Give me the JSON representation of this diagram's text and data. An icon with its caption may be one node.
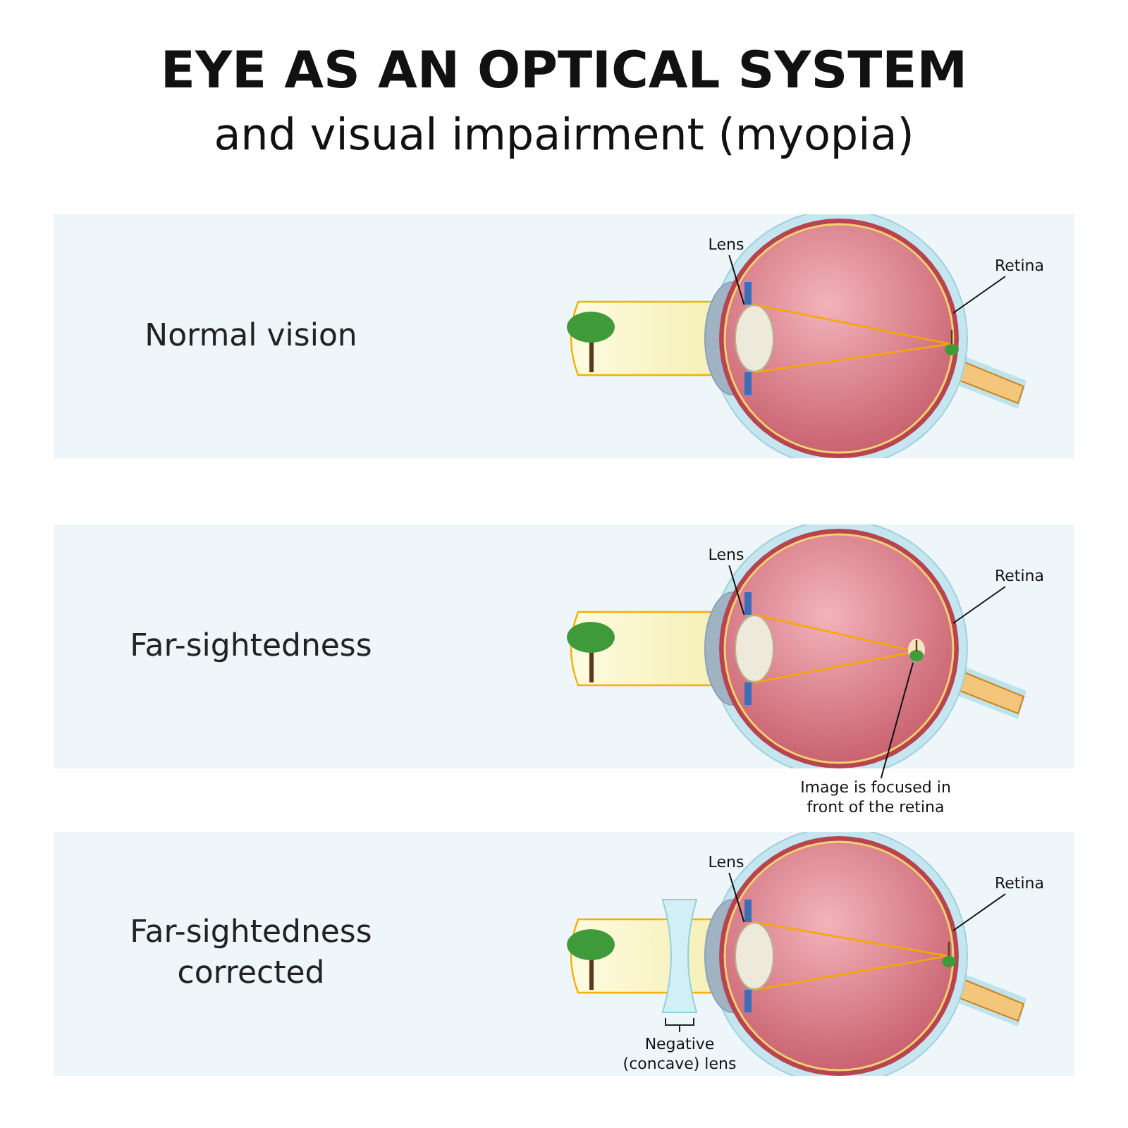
{
  "diagram": {
    "title": "EYE AS AN OPTICAL SYSTEM",
    "nodes": [
      {
        "text": [
          "Normal vision"
        ]
      },
      {
        "text": [
          "Lens"
        ],
        "in": 0
      },
      {
        "text": [],
        "shape": "ellipse",
        "in": 0
      },
      {
        "text": [
          "Retina"
        ],
        "in": 0
      },
      {
        "text": [
          "Far-sightedness"
        ]
      },
      {
        "text": [
          "Lens"
        ],
        "in": 4
      },
      {
        "text": [],
        "shape": "ellipse",
        "in": 4
      },
      {
        "text": [
          "Retina"
        ],
        "in": 4
      },
      {
        "text": [],
        "shape": "picture",
        "in": 4
      },
      {
        "text": [
          "Image is focused in front of the retina"
        ]
      },
      {
        "text": [
          "Far-sightedness corrected"
        ]
      },
      {
        "text": [
          "Lens"
        ],
        "in": 10
      },
      {
        "text": [],
        "shape": "ellipse",
        "in": 10
      },
      {
        "text": [
          "Retina"
        ],
        "in": 10
      },
      {
        "text": [],
        "shape": "lens",
        "in": 10,
        "beside": [
          "Negative (concave) lens"
        ]
      }
    ],
    "edges": [
      {
        "from": 1,
        "to": 2,
        "arrow": "none"
      },
      {
        "from": 3,
        "to": null,
        "arrow": "none"
      },
      {
        "from": 5,
        "to": 6,
        "arrow": "none"
      },
      {
        "from": 7,
        "to": null,
        "arrow": "none"
      },
      {
        "from": 9,
        "to": 8,
        "arrow": "none"
      },
      {
        "from": 11,
        "to": 12,
        "arrow": "none"
      },
      {
        "from": 13,
        "to": null,
        "arrow": "none"
      }
    ],
    "labels": [
      "and visual impairment (myopia)"
    ]
  }
}
